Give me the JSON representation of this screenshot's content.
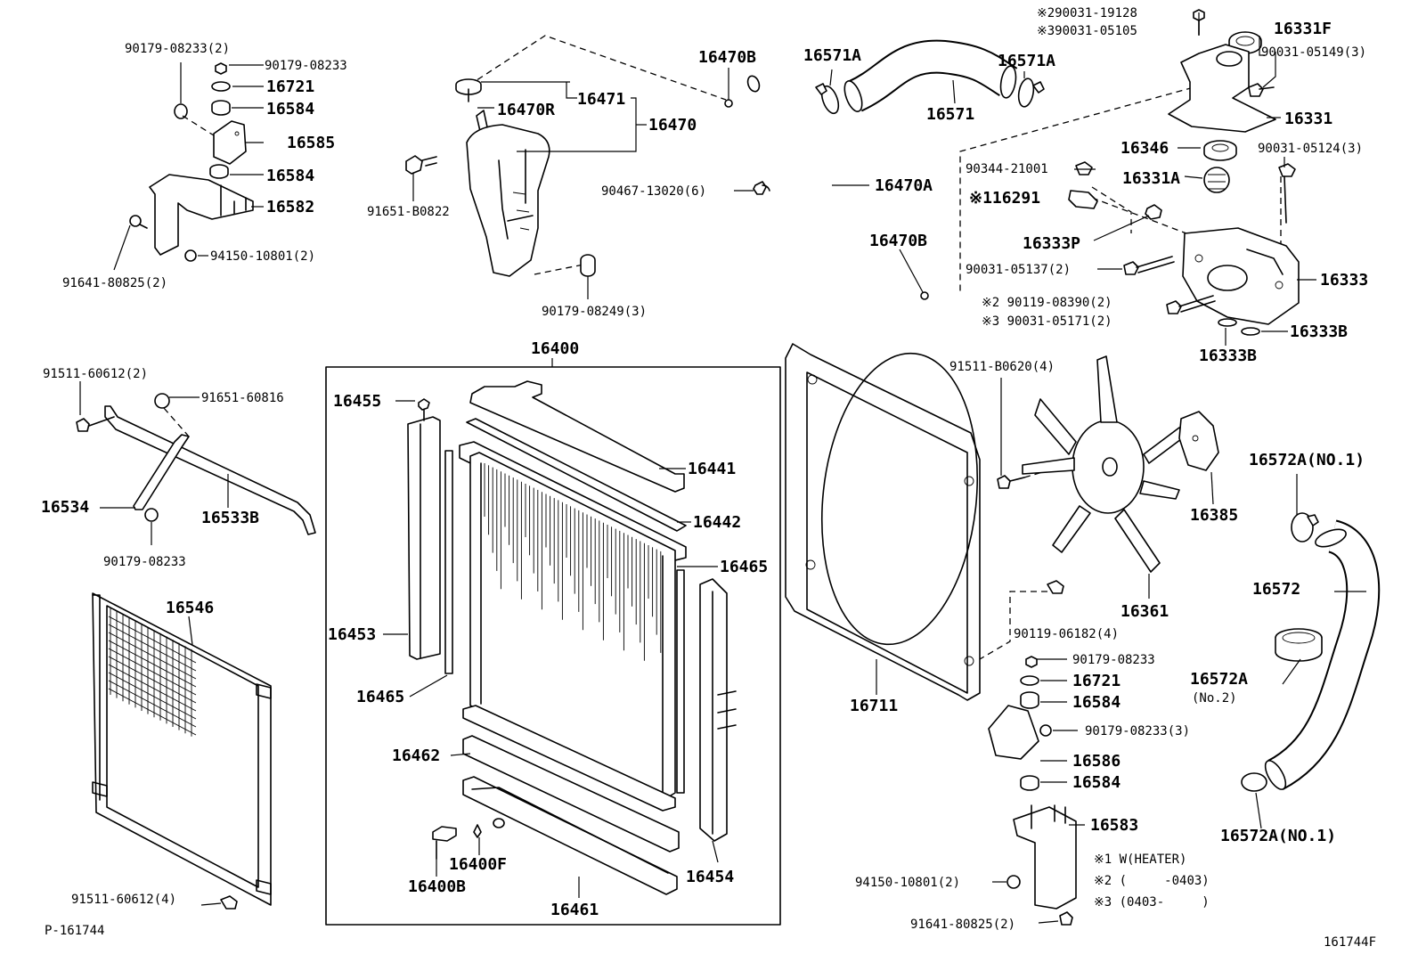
{
  "labels": {
    "l_90179_08233_2": "90179-08233(2)",
    "l_90179_08233_a": "90179-08233",
    "l_16721_a": "16721",
    "l_16584_a": "16584",
    "l_16585": "16585",
    "l_16584_b": "16584",
    "l_16582": "16582",
    "l_94150_10801_2_a": "94150-10801(2)",
    "l_91641_80825_2_a": "91641-80825(2)",
    "l_16471": "16471",
    "l_16470R": "16470R",
    "l_16470": "16470",
    "l_91651_B0822": "91651-B0822",
    "l_90179_08249_3": "90179-08249(3)",
    "l_90467_13020_6": "90467-13020(6)",
    "l_16470B_top": "16470B",
    "l_16571A_left": "16571A",
    "l_16571A_right": "16571A",
    "l_16571": "16571",
    "l_16470A": "16470A",
    "l_16470B_mid": "16470B",
    "l_290031_19128": "※290031-19128",
    "l_390031_05105": "※390031-05105",
    "l_16331F": "16331F",
    "l_90031_05149_3": "90031-05149(3)",
    "l_16331": "16331",
    "l_16346": "16346",
    "l_90031_05124_3": "90031-05124(3)",
    "l_90344_21001": "90344-21001",
    "l_16331A": "16331A",
    "l_16291": "※116291",
    "l_16333P": "16333P",
    "l_90031_05137_2": "90031-05137(2)",
    "l_16333": "16333",
    "l_90119_08390_2": "※2 90119-08390(2)",
    "l_90031_05171_2": "※3 90031-05171(2)",
    "l_16333B_a": "16333B",
    "l_16333B_b": "16333B",
    "l_91511_60612_2": "91511-60612(2)",
    "l_91651_60816": "91651-60816",
    "l_16534": "16534",
    "l_16533B": "16533B",
    "l_90179_08233_c": "90179-08233",
    "l_16546": "16546",
    "l_91511_60612_4": "91511-60612(4)",
    "l_P_161744": "P-161744",
    "l_16400": "16400",
    "l_16455": "16455",
    "l_16441": "16441",
    "l_16442": "16442",
    "l_16465_right": "16465",
    "l_16453": "16453",
    "l_16465_left": "16465",
    "l_16462": "16462",
    "l_16400F": "16400F",
    "l_16400B": "16400B",
    "l_16454": "16454",
    "l_16461": "16461",
    "l_91511_B0620_4": "91511-B0620(4)",
    "l_16385": "16385",
    "l_16361": "16361",
    "l_16711": "16711",
    "l_90119_06182_4": "90119-06182(4)",
    "l_90179_08233_d": "90179-08233",
    "l_16721_b": "16721",
    "l_16584_c": "16584",
    "l_90179_08233_3": "90179-08233(3)",
    "l_16586": "16586",
    "l_16584_d": "16584",
    "l_16583": "16583",
    "l_94150_10801_2_b": "94150-10801(2)",
    "l_91641_80825_2_b": "91641-80825(2)",
    "l_16572A_no1_top": "16572A(NO.1)",
    "l_16572": "16572",
    "l_16572A": "16572A",
    "l_no2": "(No.2)",
    "l_16572A_no1_bot": "16572A(NO.1)",
    "note1": "※1 W(HEATER)",
    "note2": "※2 (     -0403)",
    "note3": "※3 (0403-     )",
    "l_161744F": "161744F"
  }
}
